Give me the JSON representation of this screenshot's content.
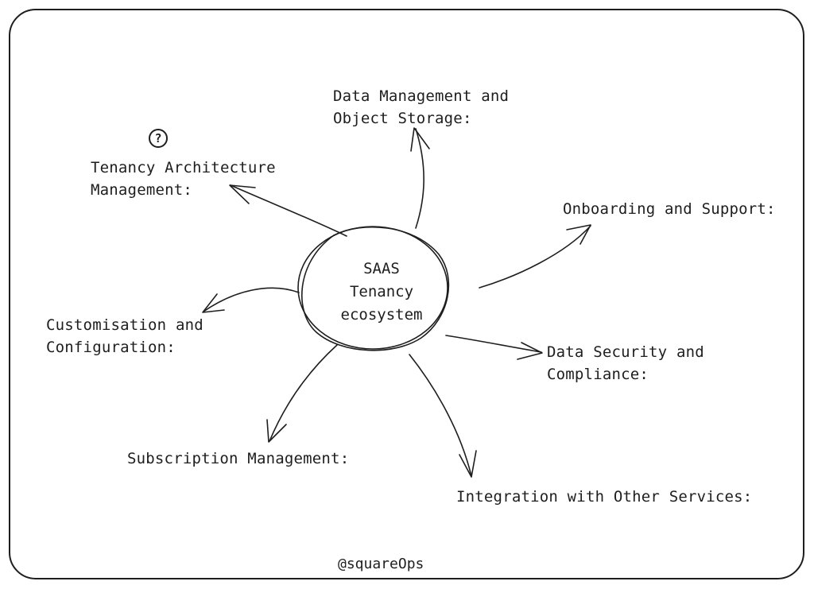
{
  "center": {
    "lines": [
      "SAAS",
      "Tenancy",
      "ecosystem"
    ]
  },
  "nodes": {
    "data_management": {
      "lines": [
        "Data Management and",
        "Object Storage:"
      ]
    },
    "tenancy_architecture": {
      "lines": [
        "Tenancy Architecture",
        "Management:"
      ]
    },
    "onboarding": {
      "lines": [
        "Onboarding and Support:"
      ]
    },
    "customisation": {
      "lines": [
        "Customisation and",
        "Configuration:"
      ]
    },
    "data_security": {
      "lines": [
        "Data Security and",
        "Compliance:"
      ]
    },
    "subscription": {
      "lines": [
        "Subscription Management:"
      ]
    },
    "integration": {
      "lines": [
        "Integration with Other Services:"
      ]
    }
  },
  "help_badge": {
    "glyph": "?"
  },
  "footer": {
    "handle": "@squareOps"
  },
  "colors": {
    "ink": "#1e1e1e",
    "background": "#ffffff"
  }
}
